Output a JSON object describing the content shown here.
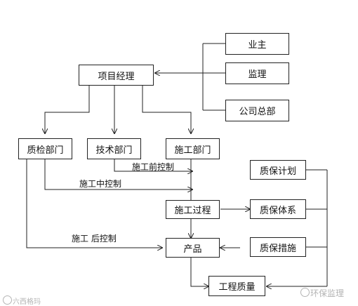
{
  "boxes": {
    "yezhu": "业主",
    "jianli": "监理",
    "gongsi": "公司总部",
    "xiangmu": "项目经理",
    "zhijian": "质检部门",
    "jishu": "技术部门",
    "shigong_bumen": "施工部门",
    "shigong_guocheng": "施工过程",
    "chanpin": "产品",
    "gongcheng_zhiliang": "工程质量",
    "zhibao_jihua": "质保计划",
    "zhibao_tixi": "质保体系",
    "zhibao_cuoshi": "质保措施"
  },
  "labels": {
    "qian": "施工前控制",
    "zhong": "施工中控制",
    "hou": "施工 后控制"
  },
  "watermarks": {
    "left": "六西格玛",
    "right": "环保监理"
  },
  "colors": {
    "line": "#222222",
    "watermark": "#b4b4b4"
  }
}
